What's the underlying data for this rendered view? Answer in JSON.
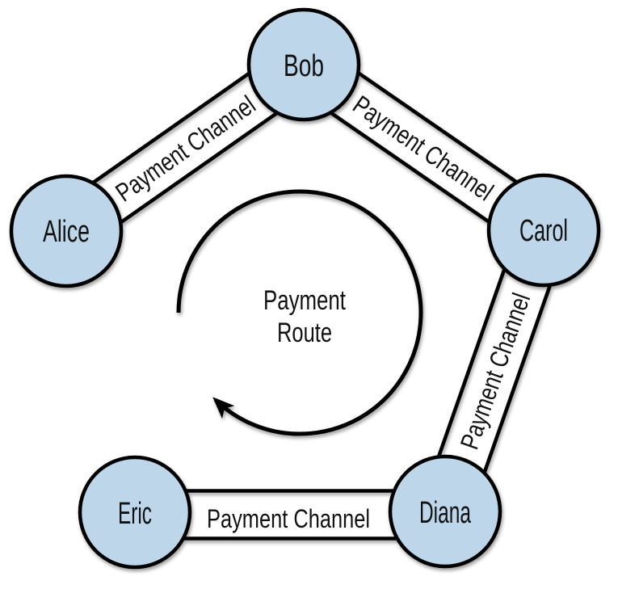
{
  "figure": {
    "type": "network-diagram",
    "background_color": "#ffffff",
    "node_fill_color": "#bdd6ea",
    "node_border_color": "#000000",
    "line_color": "#000000",
    "text_color": "#121212",
    "nodes": [
      {
        "id": "alice",
        "label": "Alice"
      },
      {
        "id": "bob",
        "label": "Bob"
      },
      {
        "id": "carol",
        "label": "Carol"
      },
      {
        "id": "diana",
        "label": "Diana"
      },
      {
        "id": "eric",
        "label": "Eric"
      }
    ],
    "edges": [
      {
        "from": "alice",
        "to": "bob",
        "label": "Payment Channel"
      },
      {
        "from": "bob",
        "to": "carol",
        "label": "Payment Channel"
      },
      {
        "from": "carol",
        "to": "diana",
        "label": "Payment Channel"
      },
      {
        "from": "eric",
        "to": "diana",
        "label": "Payment Channel"
      }
    ],
    "route": {
      "label_line1": "Payment",
      "label_line2": "Route",
      "direction": "clockwise"
    }
  }
}
